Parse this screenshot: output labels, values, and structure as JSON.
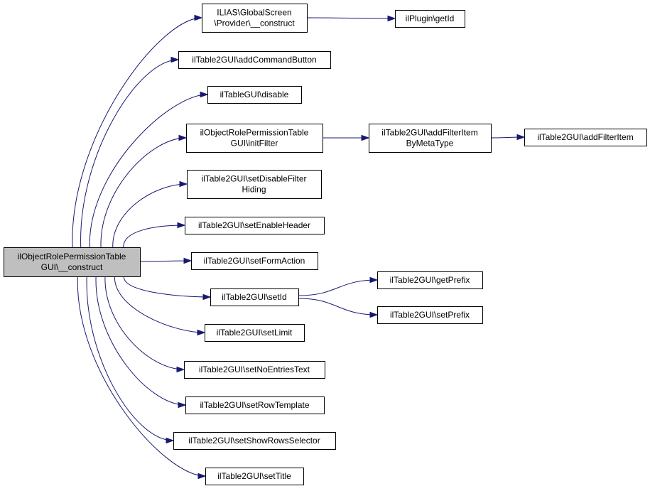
{
  "colors": {
    "edge": "#191970",
    "root_fill": "#bfbfbf",
    "node_fill": "#ffffff",
    "border": "#000000"
  },
  "nodes": [
    {
      "id": "root",
      "lines": [
        "ilObjectRolePermissionTable",
        "GUI\\__construct"
      ]
    },
    {
      "id": "gs_construct",
      "lines": [
        "ILIAS\\GlobalScreen",
        "\\Provider\\__construct"
      ]
    },
    {
      "id": "plugin_getid",
      "lines": [
        "ilPlugin\\getId"
      ]
    },
    {
      "id": "addcommandbutton",
      "lines": [
        "ilTable2GUI\\addCommandButton"
      ]
    },
    {
      "id": "disable",
      "lines": [
        "ilTableGUI\\disable"
      ]
    },
    {
      "id": "initfilter",
      "lines": [
        "ilObjectRolePermissionTable",
        "GUI\\initFilter"
      ]
    },
    {
      "id": "addfilteritembymetatype",
      "lines": [
        "ilTable2GUI\\addFilterItem",
        "ByMetaType"
      ]
    },
    {
      "id": "addfilteritem",
      "lines": [
        "ilTable2GUI\\addFilterItem"
      ]
    },
    {
      "id": "setdisablefilterhiding",
      "lines": [
        "ilTable2GUI\\setDisableFilter",
        "Hiding"
      ]
    },
    {
      "id": "setenableheader",
      "lines": [
        "ilTable2GUI\\setEnableHeader"
      ]
    },
    {
      "id": "setformaction",
      "lines": [
        "ilTable2GUI\\setFormAction"
      ]
    },
    {
      "id": "setid",
      "lines": [
        "ilTable2GUI\\setId"
      ]
    },
    {
      "id": "getprefix",
      "lines": [
        "ilTable2GUI\\getPrefix"
      ]
    },
    {
      "id": "setprefix",
      "lines": [
        "ilTable2GUI\\setPrefix"
      ]
    },
    {
      "id": "setlimit",
      "lines": [
        "ilTable2GUI\\setLimit"
      ]
    },
    {
      "id": "setnoentriestext",
      "lines": [
        "ilTable2GUI\\setNoEntriesText"
      ]
    },
    {
      "id": "setrowtemplate",
      "lines": [
        "ilTable2GUI\\setRowTemplate"
      ]
    },
    {
      "id": "setshowrowsselector",
      "lines": [
        "ilTable2GUI\\setShowRowsSelector"
      ]
    },
    {
      "id": "settitle",
      "lines": [
        "ilTable2GUI\\setTitle"
      ]
    }
  ],
  "edges": [
    {
      "from": "root",
      "to": "gs_construct"
    },
    {
      "from": "root",
      "to": "addcommandbutton"
    },
    {
      "from": "root",
      "to": "disable"
    },
    {
      "from": "root",
      "to": "initfilter"
    },
    {
      "from": "root",
      "to": "setdisablefilterhiding"
    },
    {
      "from": "root",
      "to": "setenableheader"
    },
    {
      "from": "root",
      "to": "setformaction"
    },
    {
      "from": "root",
      "to": "setid"
    },
    {
      "from": "root",
      "to": "setlimit"
    },
    {
      "from": "root",
      "to": "setnoentriestext"
    },
    {
      "from": "root",
      "to": "setrowtemplate"
    },
    {
      "from": "root",
      "to": "setshowrowsselector"
    },
    {
      "from": "root",
      "to": "settitle"
    },
    {
      "from": "gs_construct",
      "to": "plugin_getid"
    },
    {
      "from": "initfilter",
      "to": "addfilteritembymetatype"
    },
    {
      "from": "addfilteritembymetatype",
      "to": "addfilteritem"
    },
    {
      "from": "setid",
      "to": "getprefix"
    },
    {
      "from": "setid",
      "to": "setprefix"
    }
  ]
}
